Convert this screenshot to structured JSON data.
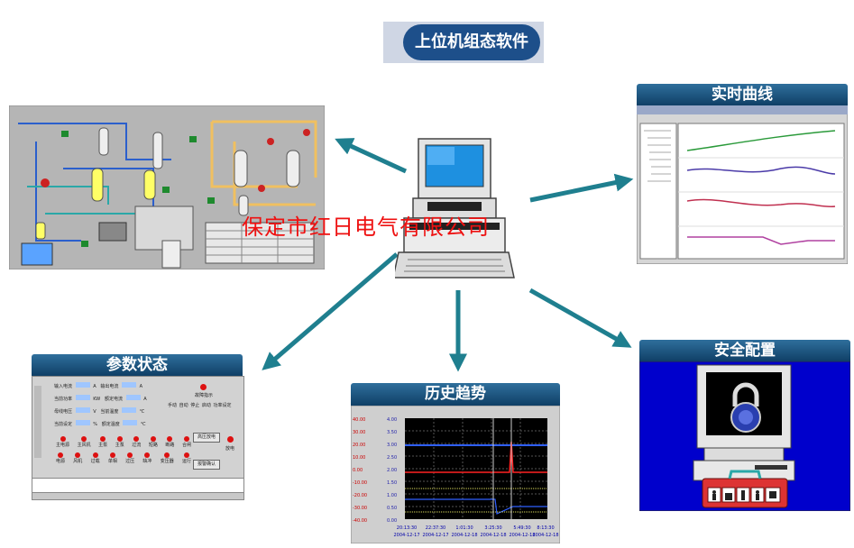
{
  "main_title": "上位机组态软件",
  "watermark": "保定市红日电气有限公司",
  "panels": {
    "realtime_curve": "实时曲线",
    "param_status": "参数状态",
    "history_trend": "历史趋势",
    "security_config": "安全配置"
  },
  "param_screen": {
    "labels": [
      "输入电流",
      "当前功率",
      "母线电压",
      "当前设定",
      "输出电流",
      "额定电流",
      "当前温度",
      "额定温度"
    ],
    "units": [
      "A",
      "KW",
      "V",
      "%",
      "A",
      "A",
      "℃",
      "℃"
    ],
    "buttons": [
      "高压放电",
      "报警确认"
    ],
    "right_labels": [
      "故障指示",
      "手动",
      "自动",
      "停止",
      "启动",
      "功率设定"
    ],
    "row1_leds": [
      "主电源",
      "主风机",
      "主泵",
      "主泵",
      "过流",
      "短路",
      "断路",
      "合闸"
    ],
    "row2_leds": [
      "电源",
      "风机",
      "过载",
      "单相",
      "过压",
      "缺冲",
      "变压器",
      "运行"
    ],
    "side_led": "放电"
  },
  "history_screen": {
    "time_labels": [
      "20:13:30",
      "22:37:30",
      "1:01:30",
      "3:25:30",
      "5:49:30",
      "8:13:30"
    ],
    "date_labels": [
      "2004-12-17",
      "2004-12-17",
      "2004-12-18",
      "2004-12-18",
      "2004-12-18",
      "2004-12-18"
    ],
    "left_ticks": [
      "40.00",
      "30.00",
      "20.00",
      "10.00",
      "0.00",
      "-10.00",
      "-20.00",
      "-30.00",
      "-40.00"
    ],
    "mid_ticks": [
      "4.00",
      "3.50",
      "3.00",
      "2.50",
      "2.00",
      "1.50",
      "1.00",
      "0.50",
      "0.00"
    ]
  },
  "colors": {
    "arrow": "#1f7f8f",
    "title_bg": "#1d4f8a",
    "watermark": "#ee1111"
  }
}
